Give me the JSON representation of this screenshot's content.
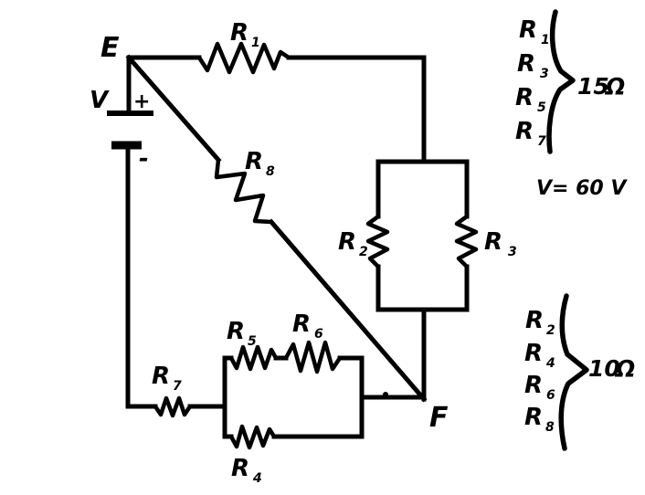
{
  "colors": {
    "ink": "#000000",
    "background": "#ffffff"
  },
  "nodes": {
    "e": "E",
    "f": "F"
  },
  "source": {
    "label": "V",
    "plus_sign": "+",
    "minus_sign": "-"
  },
  "resistors": {
    "r1": {
      "base": "R",
      "sub": "1"
    },
    "r2": {
      "base": "R",
      "sub": "2"
    },
    "r3": {
      "base": "R",
      "sub": "3"
    },
    "r4": {
      "base": "R",
      "sub": "4"
    },
    "r5": {
      "base": "R",
      "sub": "5"
    },
    "r6": {
      "base": "R",
      "sub": "6"
    },
    "r7": {
      "base": "R",
      "sub": "7"
    },
    "r8": {
      "base": "R",
      "sub": "8"
    }
  },
  "annotations": {
    "odd_group": {
      "value": "15",
      "unit": "Ω"
    },
    "even_group": {
      "value": "10",
      "unit": "Ω"
    },
    "voltage": "V= 60 V"
  }
}
